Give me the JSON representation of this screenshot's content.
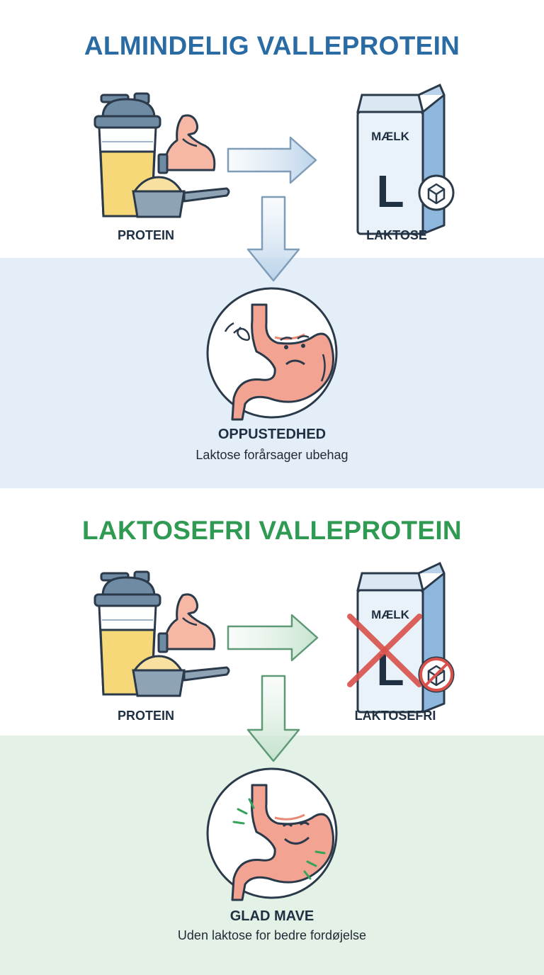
{
  "sections": [
    {
      "title": "ALMINDELIG VALLEPROTEIN",
      "left_label": "PROTEIN",
      "right_label": "LAKTOSE",
      "carton_text": "MÆLK",
      "carton_letter": "L",
      "result_title": "OPPUSTEDHED",
      "result_text": "Laktose forårsager ubehag",
      "accent": "#2a6ba3",
      "band_color": "#e3eef8"
    },
    {
      "title": "LAKTOSEFRI VALLEPROTEIN",
      "left_label": "PROTEIN",
      "right_label": "LAKTOSEFRI",
      "carton_text": "MÆLK",
      "carton_letter": "L",
      "result_title": "GLAD MAVE",
      "result_text": "Uden laktose for bedre fordøjelse",
      "accent": "#2f9a52",
      "band_color": "#e3f1e6"
    }
  ],
  "icons": [
    "shaker-icon",
    "flexed-arm-icon",
    "protein-scoop-icon",
    "arrow-right-icon",
    "arrow-down-icon",
    "milk-carton-icon",
    "sugar-cube-icon",
    "crossed-out-icon",
    "stomach-upset-icon",
    "stomach-happy-icon"
  ]
}
